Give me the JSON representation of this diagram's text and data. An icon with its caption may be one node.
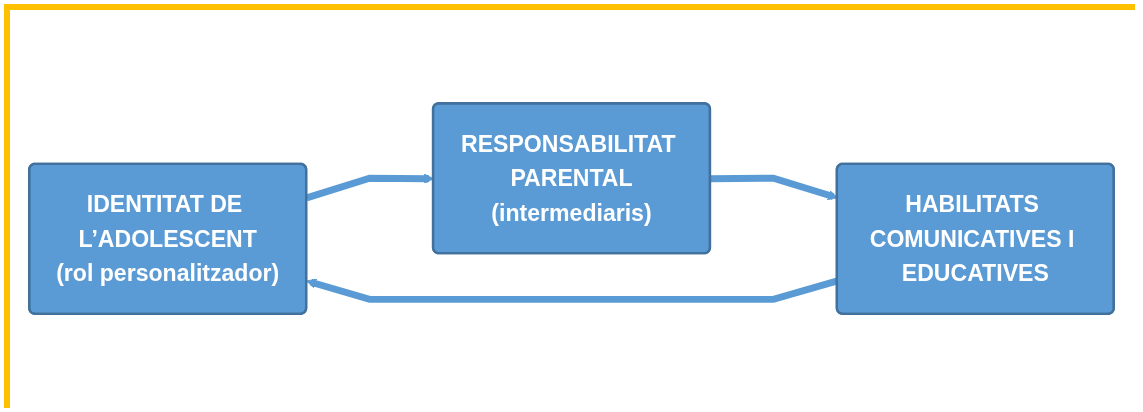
{
  "diagram": {
    "nodes": [
      {
        "text": [
          "IDENTITAT DE L’ADOLESCENT",
          "(rol personalitzador)"
        ]
      },
      {
        "text": [
          "RESPONSABILITAT PARENTAL",
          "(intermediaris)"
        ]
      },
      {
        "text": [
          "HABILITATS COMUNICATIVES I EDUCATIVES"
        ]
      }
    ],
    "edges": [
      {
        "from": 0,
        "to": 1,
        "arrow": "to"
      },
      {
        "from": 1,
        "to": 2,
        "arrow": "to"
      },
      {
        "from": 2,
        "to": 0,
        "arrow": "to"
      }
    ]
  }
}
